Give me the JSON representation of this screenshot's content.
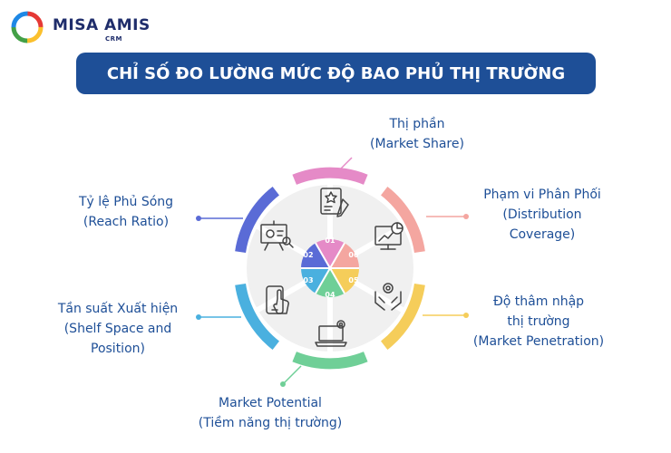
{
  "brand": {
    "name": "MISA AMIS",
    "sub": "CRM"
  },
  "title": "CHỈ SỐ ĐO LƯỜNG MỨC ĐỘ BAO PHỦ THỊ TRƯỜNG",
  "colors": {
    "banner": "#1e4f97",
    "text": "#1e4f97",
    "segment_01": "#e58ac7",
    "segment_02": "#5a6bd6",
    "segment_03": "#4ab0df",
    "segment_04": "#6fcf97",
    "segment_05": "#f5cd5a",
    "segment_06": "#f4a6a0"
  },
  "segments": [
    {
      "num": "01",
      "label_line1": "Thị phần",
      "label_line2": "(Market Share)",
      "icon": "award-certificate-icon"
    },
    {
      "num": "02",
      "label_line1": "Tỷ lệ Phủ Sóng",
      "label_line2": "(Reach Ratio)",
      "icon": "presentation-board-icon"
    },
    {
      "num": "03",
      "label_line1": "Tần suất Xuất hiện",
      "label_line2": "(Shelf Space and",
      "label_line3": "Position)",
      "icon": "mobile-tap-icon"
    },
    {
      "num": "04",
      "label_line1": "Market Potential",
      "label_line2": "(Tiềm năng thị trường)",
      "icon": "laptop-gear-icon"
    },
    {
      "num": "05",
      "label_line1": "Độ thâm nhập",
      "label_line2": "thị trường",
      "label_line3": "(Market Penetration)",
      "icon": "hands-gear-icon"
    },
    {
      "num": "06",
      "label_line1": "Phạm vi Phân Phối",
      "label_line2": "(Distribution",
      "label_line3": "Coverage)",
      "icon": "monitor-chart-icon"
    }
  ]
}
